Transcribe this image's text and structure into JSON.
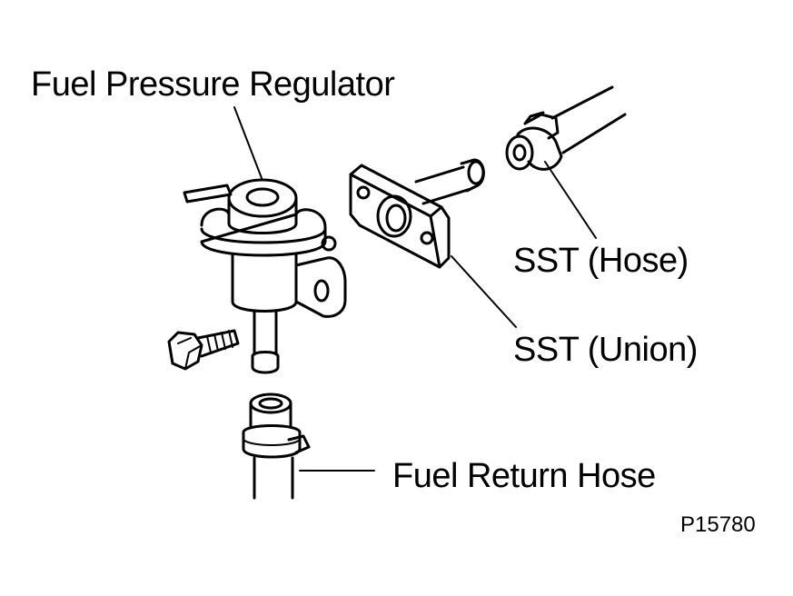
{
  "labels": {
    "regulator": "Fuel Pressure Regulator",
    "sst_hose": "SST (Hose)",
    "sst_union": "SST (Union)",
    "return_hose": "Fuel Return Hose",
    "figure_ref": "P15780"
  },
  "colors": {
    "ink": "#000000",
    "paper": "#ffffff"
  }
}
